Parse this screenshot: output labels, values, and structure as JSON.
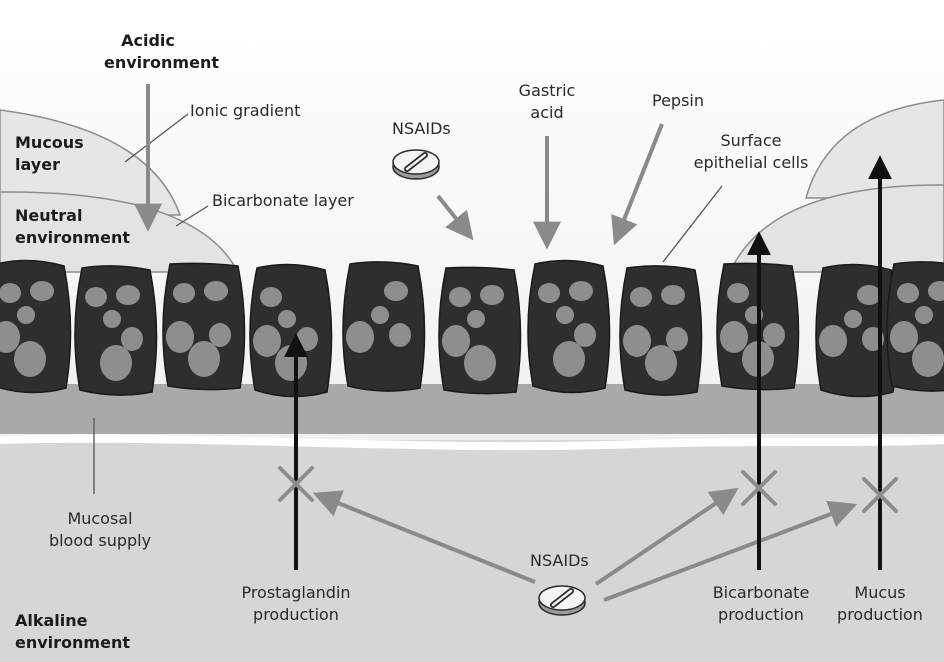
{
  "labels": {
    "acidic_environment": "Acidic\nenvironment",
    "ionic_gradient": "Ionic gradient",
    "mucous_layer": "Mucous\nlayer",
    "bicarbonate_layer": "Bicarbonate layer",
    "neutral_environment": "Neutral\nenvironment",
    "nsaids_top": "NSAIDs",
    "gastric_acid": "Gastric\nacid",
    "pepsin": "Pepsin",
    "surface_epithelial_cells": "Surface\nepithelial cells",
    "mucosal_blood_supply": "Mucosal\nblood supply",
    "prostaglandin_production": "Prostaglandin\nproduction",
    "nsaids_bottom": "NSAIDs",
    "bicarbonate_production": "Bicarbonate\nproduction",
    "mucus_production": "Mucus\nproduction",
    "alkaline_environment": "Alkaline\nenvironment"
  },
  "colors": {
    "background_top": "#ffffff",
    "background_lower": "#d6d6d6",
    "mucous_dome": "#e4e4e4",
    "cell_fill": "#2e2e2e",
    "nucleus_fill": "#8e8e8e",
    "submucosa_band": "#a9a9a9",
    "arrow_gray": "#8a8a8a",
    "arrow_black": "#111111",
    "block_cross": "#8c8c8c"
  },
  "icons": {
    "pill": "nsaid-tablet-icon",
    "block": "block-cross-icon"
  }
}
